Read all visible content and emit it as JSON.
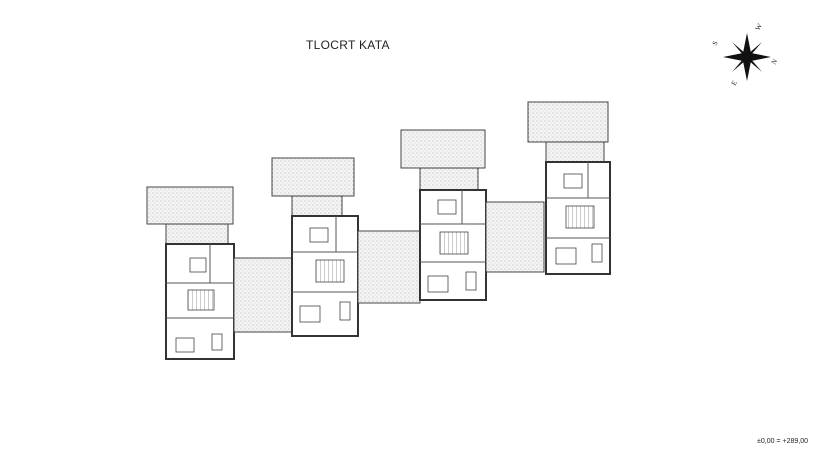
{
  "drawing": {
    "title": "TLOCRT KATA",
    "elevation_note": "±0,00 = +289,00"
  },
  "compass": {
    "icon": "compass-rose-icon",
    "labels": [
      "S",
      "N",
      "E",
      "W"
    ]
  },
  "colors": {
    "line": "#4a4a4a",
    "hatch": "#d8d8d8",
    "wall": "#666666"
  }
}
